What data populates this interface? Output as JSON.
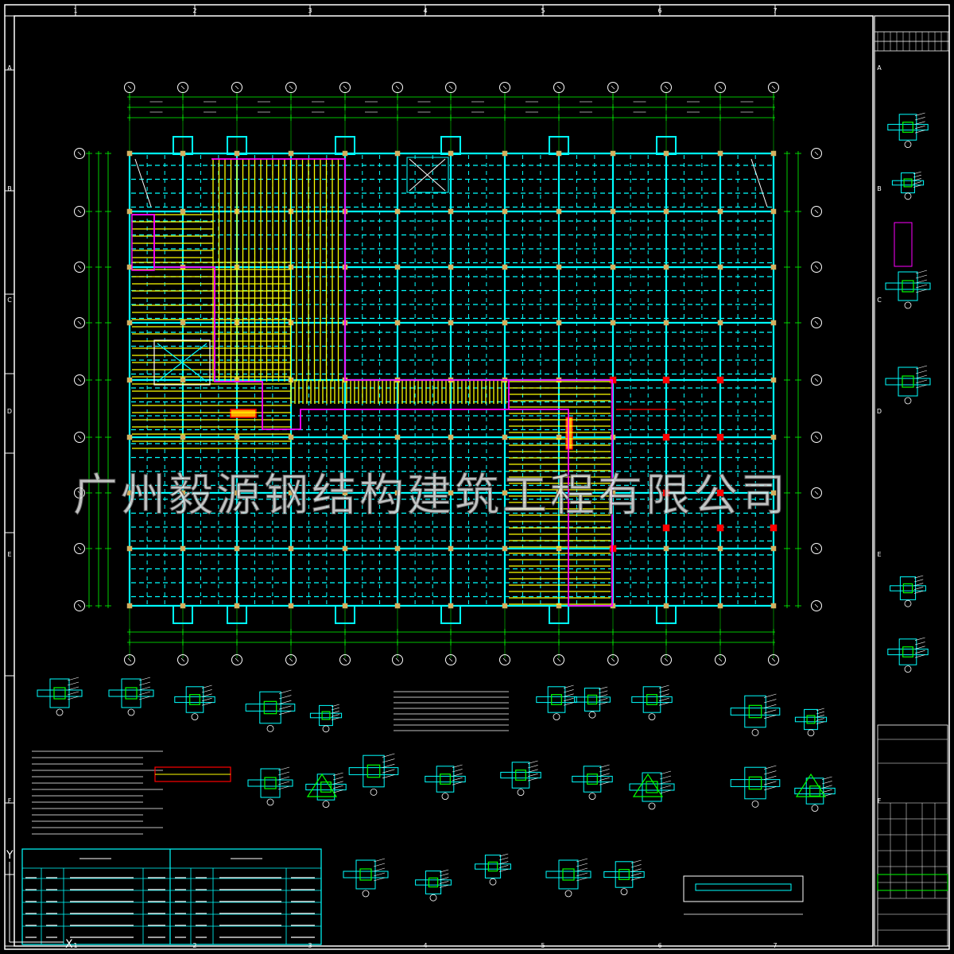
{
  "drawing": {
    "watermark": "广州毅源钢结构建筑工程有限公司",
    "border_numbers_top": [
      "1",
      "2",
      "3",
      "4",
      "5",
      "6",
      "7"
    ],
    "border_letters_left": [
      "A",
      "B",
      "C",
      "D",
      "E",
      "F"
    ],
    "corner_label": "Y",
    "corner_label_x": "X",
    "colors": {
      "background": "#000000",
      "frame": "#ffffff",
      "grid": "#00ffff",
      "purlin": "#ffff00",
      "dimension": "#00ff00",
      "boundary": "#ff00ff",
      "marker": "#ff0000"
    }
  }
}
